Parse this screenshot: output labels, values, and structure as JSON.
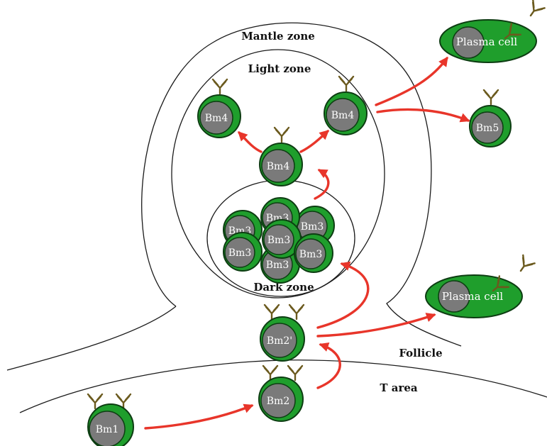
{
  "zones": {
    "mantle": "Mantle zone",
    "light": "Light zone",
    "dark": "Dark zone",
    "follicle": "Follicle",
    "t_area": "T area"
  },
  "cells": {
    "bm1": "Bm1",
    "bm2": "Bm2",
    "bm2_prime": "Bm2'",
    "bm3": "Bm3",
    "bm4": "Bm4",
    "bm5": "Bm5",
    "plasma": "Plasma cell"
  },
  "colors": {
    "cell_green": "#1f9e2c",
    "cell_nucleus": "#7a7a7a",
    "cell_outline": "#0d3d12",
    "arrow_red": "#e8352a",
    "antibody": "#6b5a1e"
  }
}
